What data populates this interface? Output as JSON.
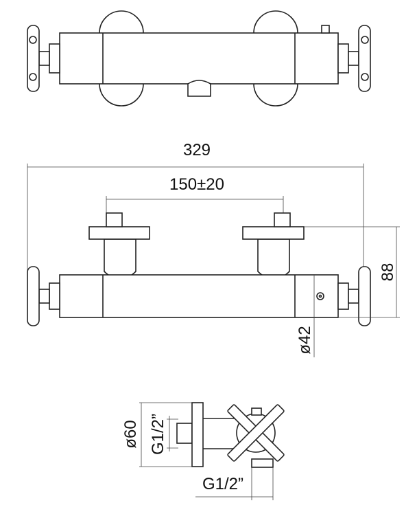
{
  "title": "Thermostatic shower mixer dimensional drawing",
  "dimensions": {
    "overall_width": "329",
    "center_distance": "150±20",
    "wall_projection": "88",
    "body_diameter": "ø42",
    "flange_diameter": "ø60",
    "inlet_thread": "G1/2”",
    "outlet_thread": "G1/2”"
  },
  "colors": {
    "line": "#222222",
    "background": "#ffffff"
  }
}
